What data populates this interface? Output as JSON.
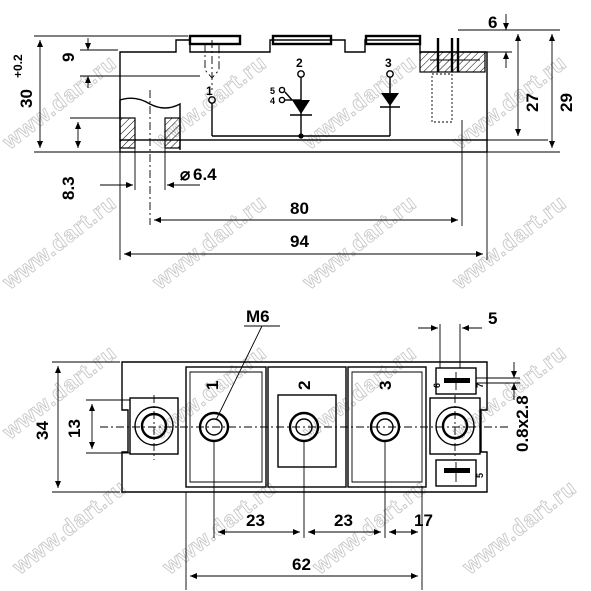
{
  "watermark": "www.dart.ru",
  "side_view": {
    "dims": {
      "d6": "6",
      "d9": "9",
      "d30": "30",
      "d30_tol": "+0.2",
      "d27": "27",
      "d29": "29",
      "d8_3": "8.3",
      "d6_4": "6.4",
      "d80": "80",
      "d94": "94"
    },
    "terminals": {
      "t1": "1",
      "t2": "2",
      "t3": "3",
      "t4": "4",
      "t5": "5"
    }
  },
  "top_view": {
    "thread_label": "M6",
    "terminals": {
      "t1": "1",
      "t2": "2",
      "t3": "3",
      "t7": "7",
      "t6": "6",
      "t5": "5"
    },
    "dims": {
      "d5": "5",
      "d34": "34",
      "d13": "13",
      "d0_8x2_8": "0.8x2.8",
      "d23a": "23",
      "d23b": "23",
      "d17": "17",
      "d62": "62"
    }
  }
}
